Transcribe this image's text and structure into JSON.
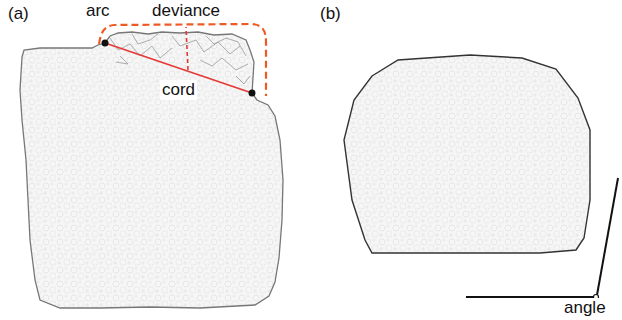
{
  "diagram": {
    "labels": [
      "(a)",
      "arc",
      "deviance",
      "cord",
      "(b)",
      "angle"
    ]
  }
}
